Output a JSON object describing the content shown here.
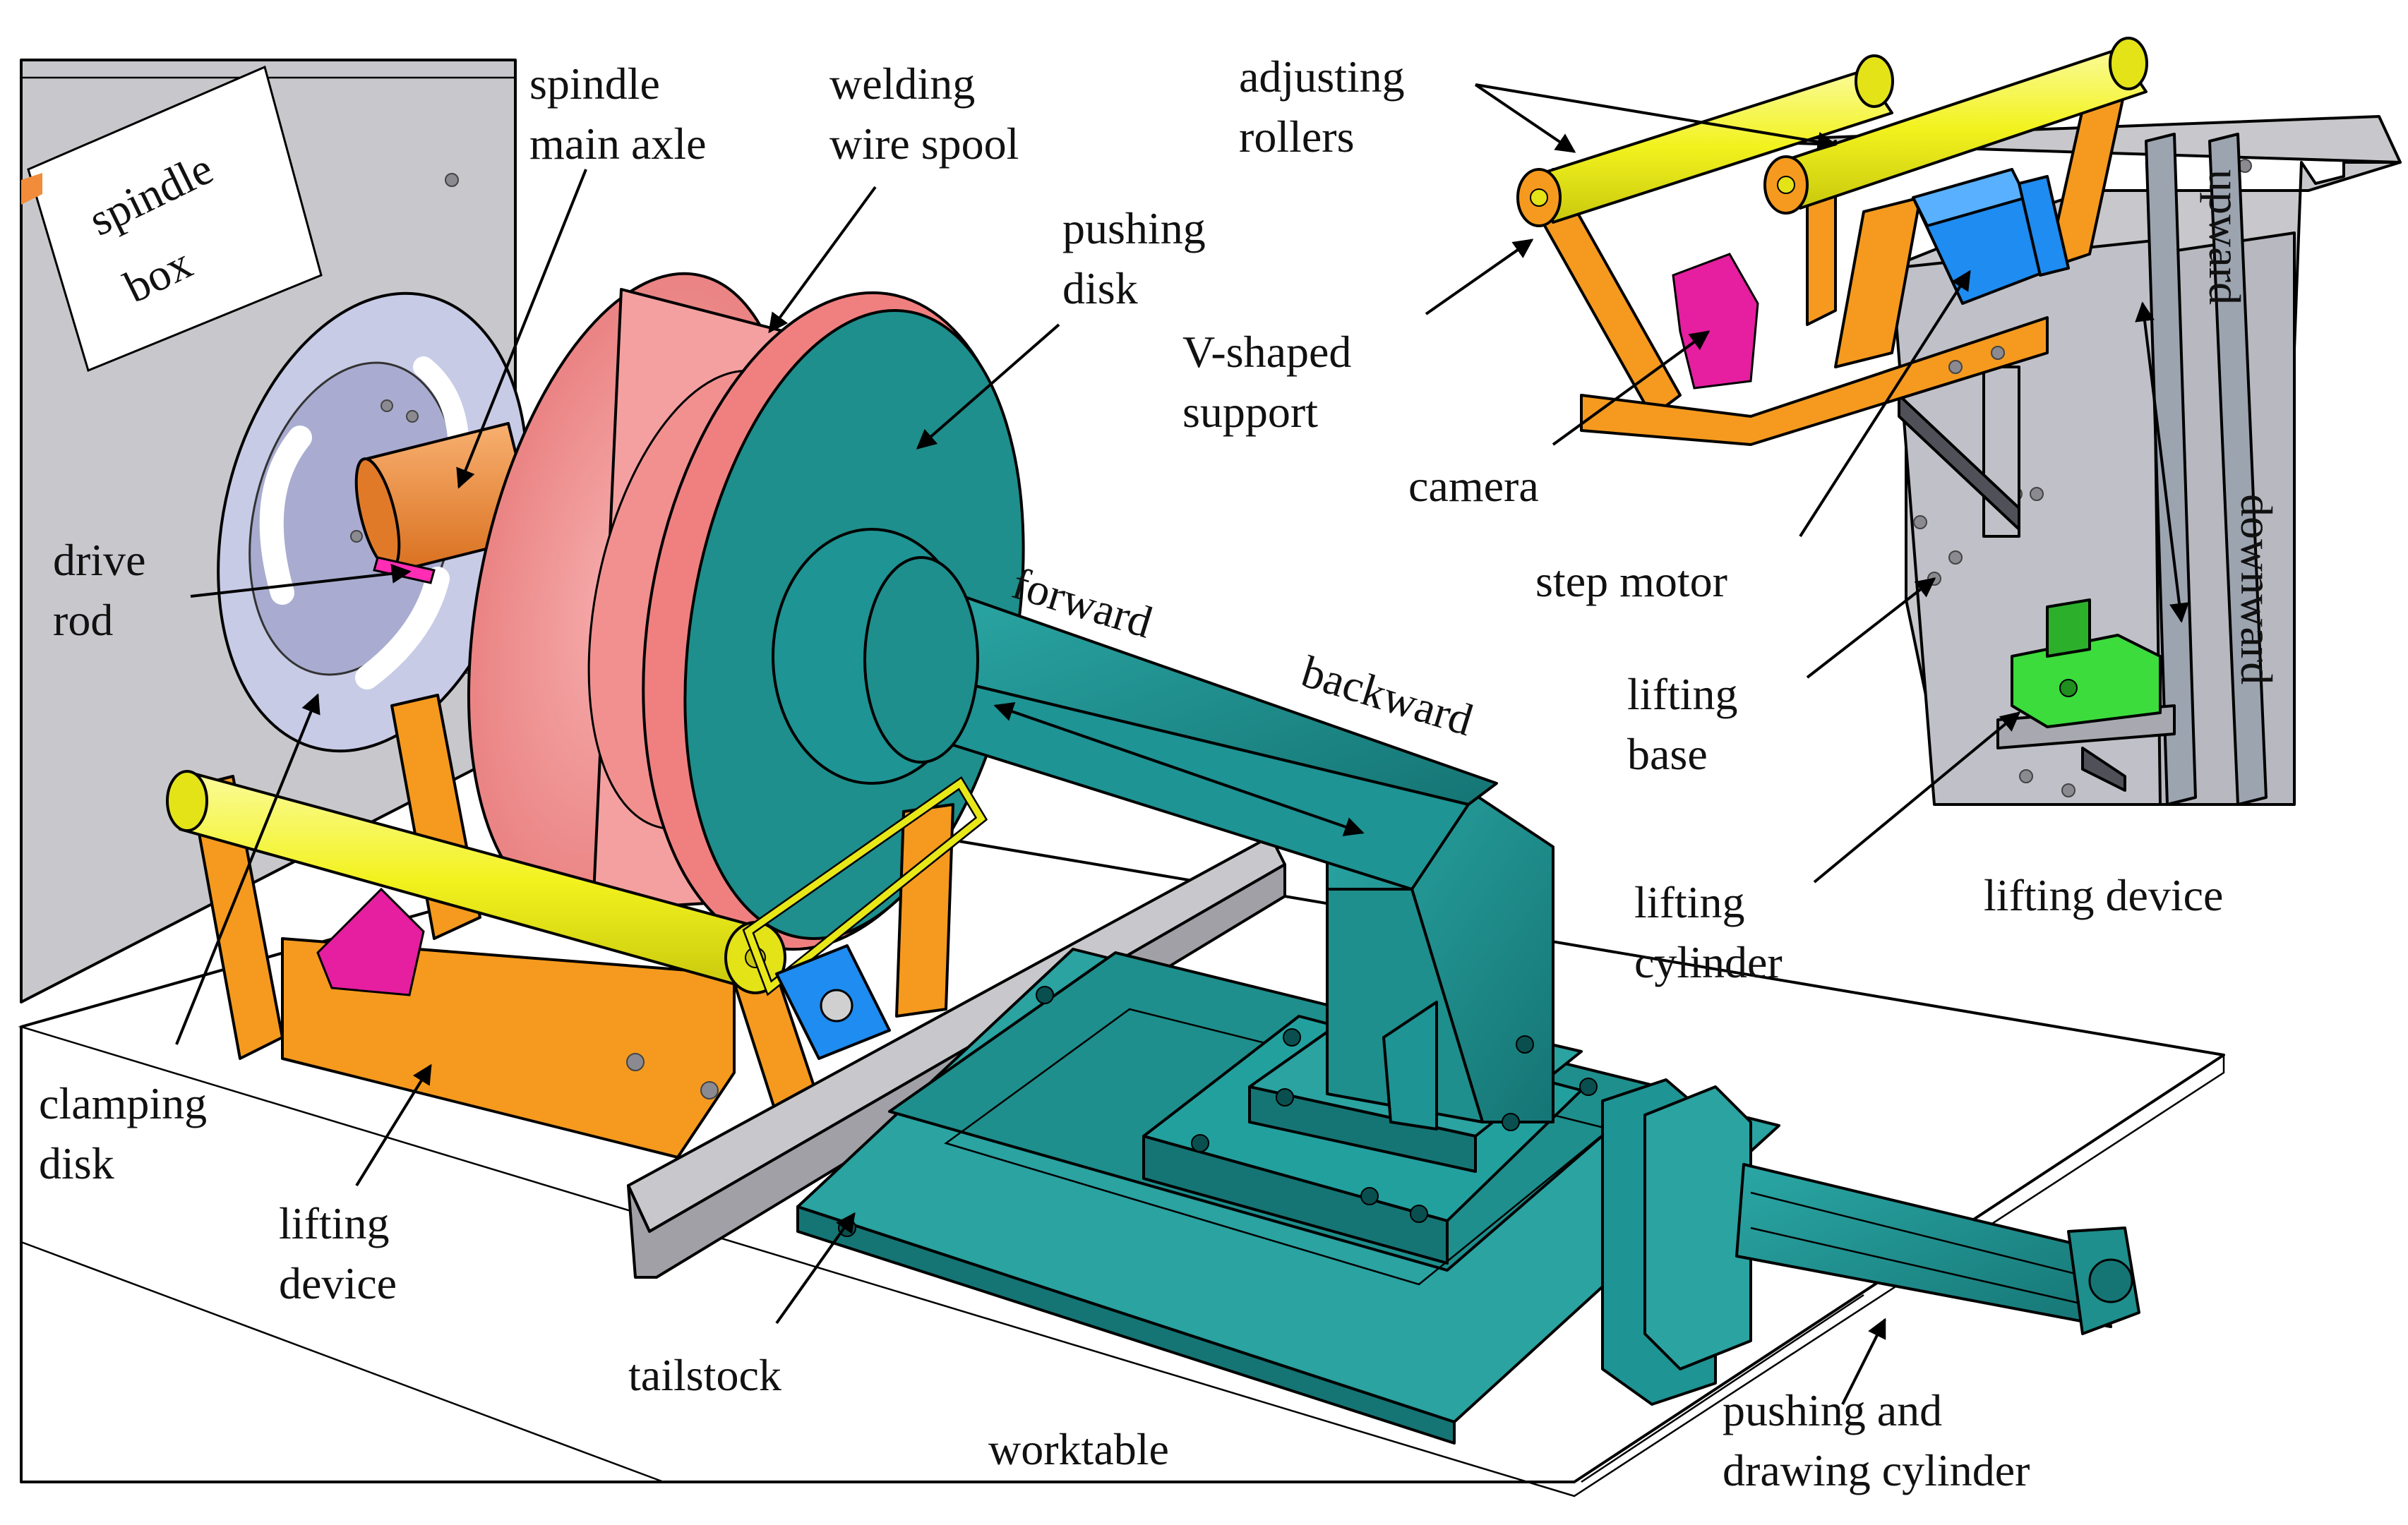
{
  "labels": {
    "spindle_box": [
      "spindle",
      "box"
    ],
    "spindle_main_axle": [
      "spindle",
      "main axle"
    ],
    "welding_wire_spool": [
      "welding",
      "wire spool"
    ],
    "pushing_disk": [
      "pushing",
      "disk"
    ],
    "drive_rod": [
      "drive",
      "rod"
    ],
    "forward": "forward",
    "backward": "backward",
    "clamping_disk": [
      "clamping",
      "disk"
    ],
    "lifting_device_left": [
      "lifting",
      "device"
    ],
    "tailstock": "tailstock",
    "worktable": "worktable",
    "lifting_cylinder": [
      "lifting",
      "cylinder"
    ],
    "pushing_drawing_cylinder": [
      "pushing and",
      "drawing cylinder"
    ],
    "adjusting_rollers": [
      "adjusting",
      "rollers"
    ],
    "v_shaped_support": [
      "V-shaped",
      "support"
    ],
    "camera": "camera",
    "step_motor": "step motor",
    "lifting_base": [
      "lifting",
      "base"
    ],
    "upward": "upward",
    "downward": "downward",
    "lifting_device_right": "lifting device"
  },
  "colors": {
    "spindle_box": "#c8c8cc",
    "clamping_disk": "#c8cbe6",
    "spindle_axle": "#f08c3a",
    "spool": "#f28c8c",
    "pushing_disk": "#1e8f8c",
    "tailstock": "#1e9494",
    "roller": "#f2f21e",
    "frame": "#f59a1e",
    "v_support": "#e61ea0",
    "step_motor": "#1e8cf0",
    "lifting_cylinder": "#3cdc3c",
    "lifting_plate": "#c0c0c8",
    "worktable": "#ffffff",
    "rail": "#a0a0a6"
  },
  "icons": [
    "arrow-leader",
    "double-headed-arrow"
  ]
}
